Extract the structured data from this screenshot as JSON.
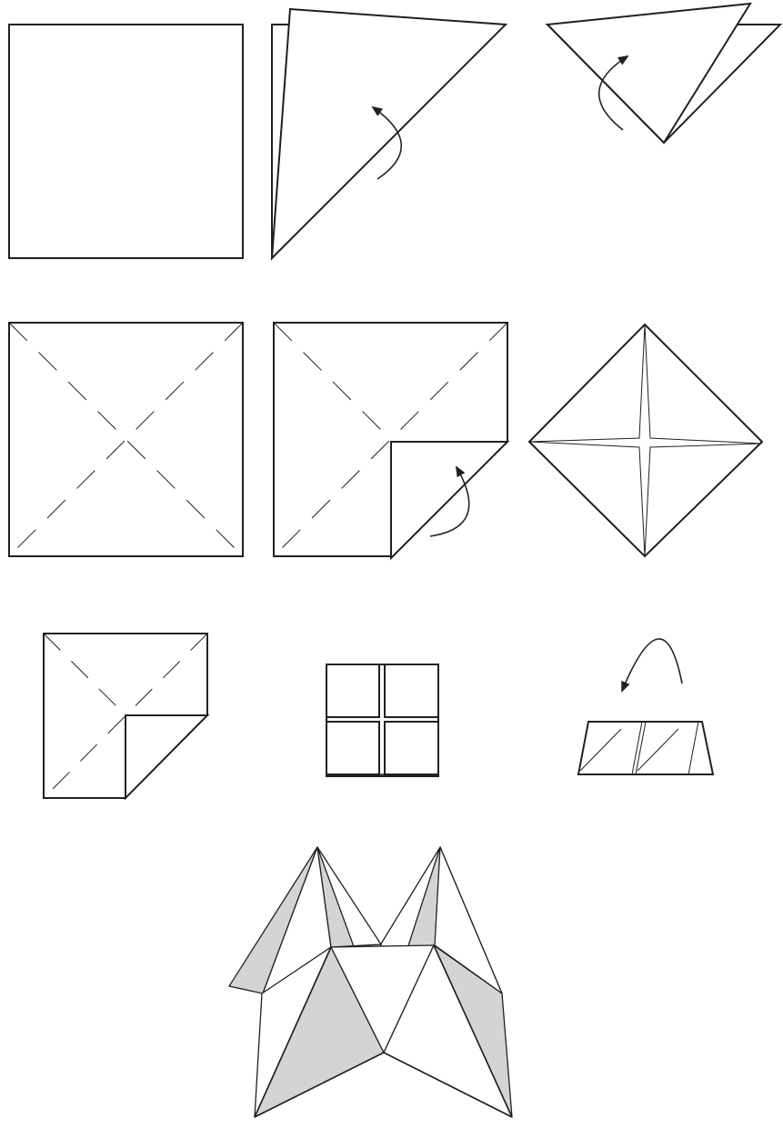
{
  "colors": {
    "line": "#231f20",
    "paper": "#ffffff",
    "shade": "#d4d4d4"
  },
  "steps": [
    {
      "name": "square-sheet"
    },
    {
      "name": "fold-diagonal-triangle"
    },
    {
      "name": "fold-triangle-in-half"
    },
    {
      "name": "unfolded-square-with-creases"
    },
    {
      "name": "fold-corner-to-center"
    },
    {
      "name": "diamond-all-corners-folded"
    },
    {
      "name": "square-after-flip-fold-corner"
    },
    {
      "name": "small-square-four-flaps"
    },
    {
      "name": "fold-in-half-rectangle"
    },
    {
      "name": "finished-fortune-teller"
    }
  ]
}
